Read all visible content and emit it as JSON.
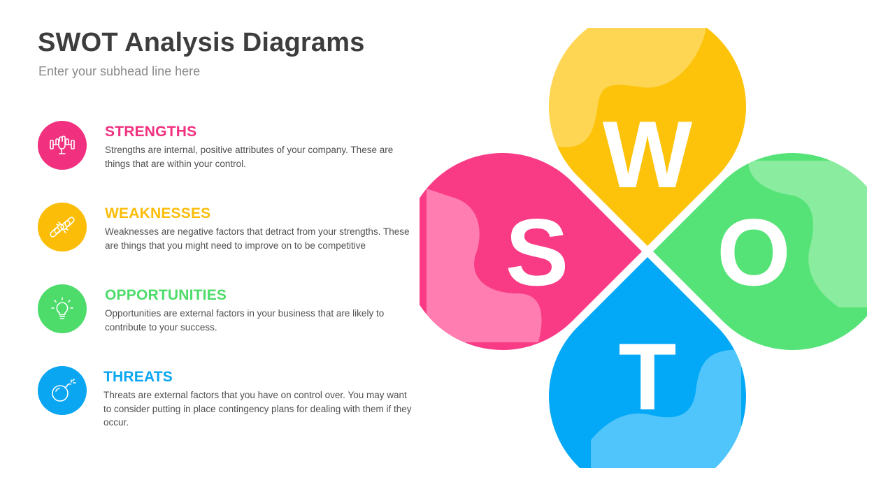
{
  "header": {
    "title": "SWOT Analysis Diagrams",
    "subhead": "Enter your subhead line here"
  },
  "items": [
    {
      "key": "strengths",
      "heading": "STRENGTHS",
      "description": "Strengths are internal, positive attributes of your company. These are things that are within your control.",
      "color": "#f1317f",
      "icon": "raised-fist-icon"
    },
    {
      "key": "weaknesses",
      "heading": "WEAKNESSES",
      "description": "Weaknesses are negative factors that detract from your strengths. These are things that you might need to improve on to be competitive",
      "color": "#fbbd08",
      "icon": "broken-chain-icon"
    },
    {
      "key": "opportunities",
      "heading": "OPPORTUNITIES",
      "description": "Opportunities are external factors in your business that are likely to contribute to your success.",
      "color": "#4ddc6a",
      "icon": "lightbulb-icon"
    },
    {
      "key": "threats",
      "heading": "THREATS",
      "description": "Threats are external factors that you have on control over. You may want to consider putting in place contingency plans for dealing with them if they occur.",
      "color": "#0aa6f2",
      "icon": "bomb-icon"
    }
  ],
  "diagram": {
    "letters": {
      "s": "S",
      "w": "W",
      "o": "O",
      "t": "T"
    },
    "colors": {
      "s": "#f93b86",
      "s_light": "#ff7db0",
      "w": "#fdc20a",
      "w_light": "#ffd653",
      "o": "#55e377",
      "o_light": "#89ec9e",
      "t": "#03a8f6",
      "t_light": "#4fc5fb"
    }
  }
}
